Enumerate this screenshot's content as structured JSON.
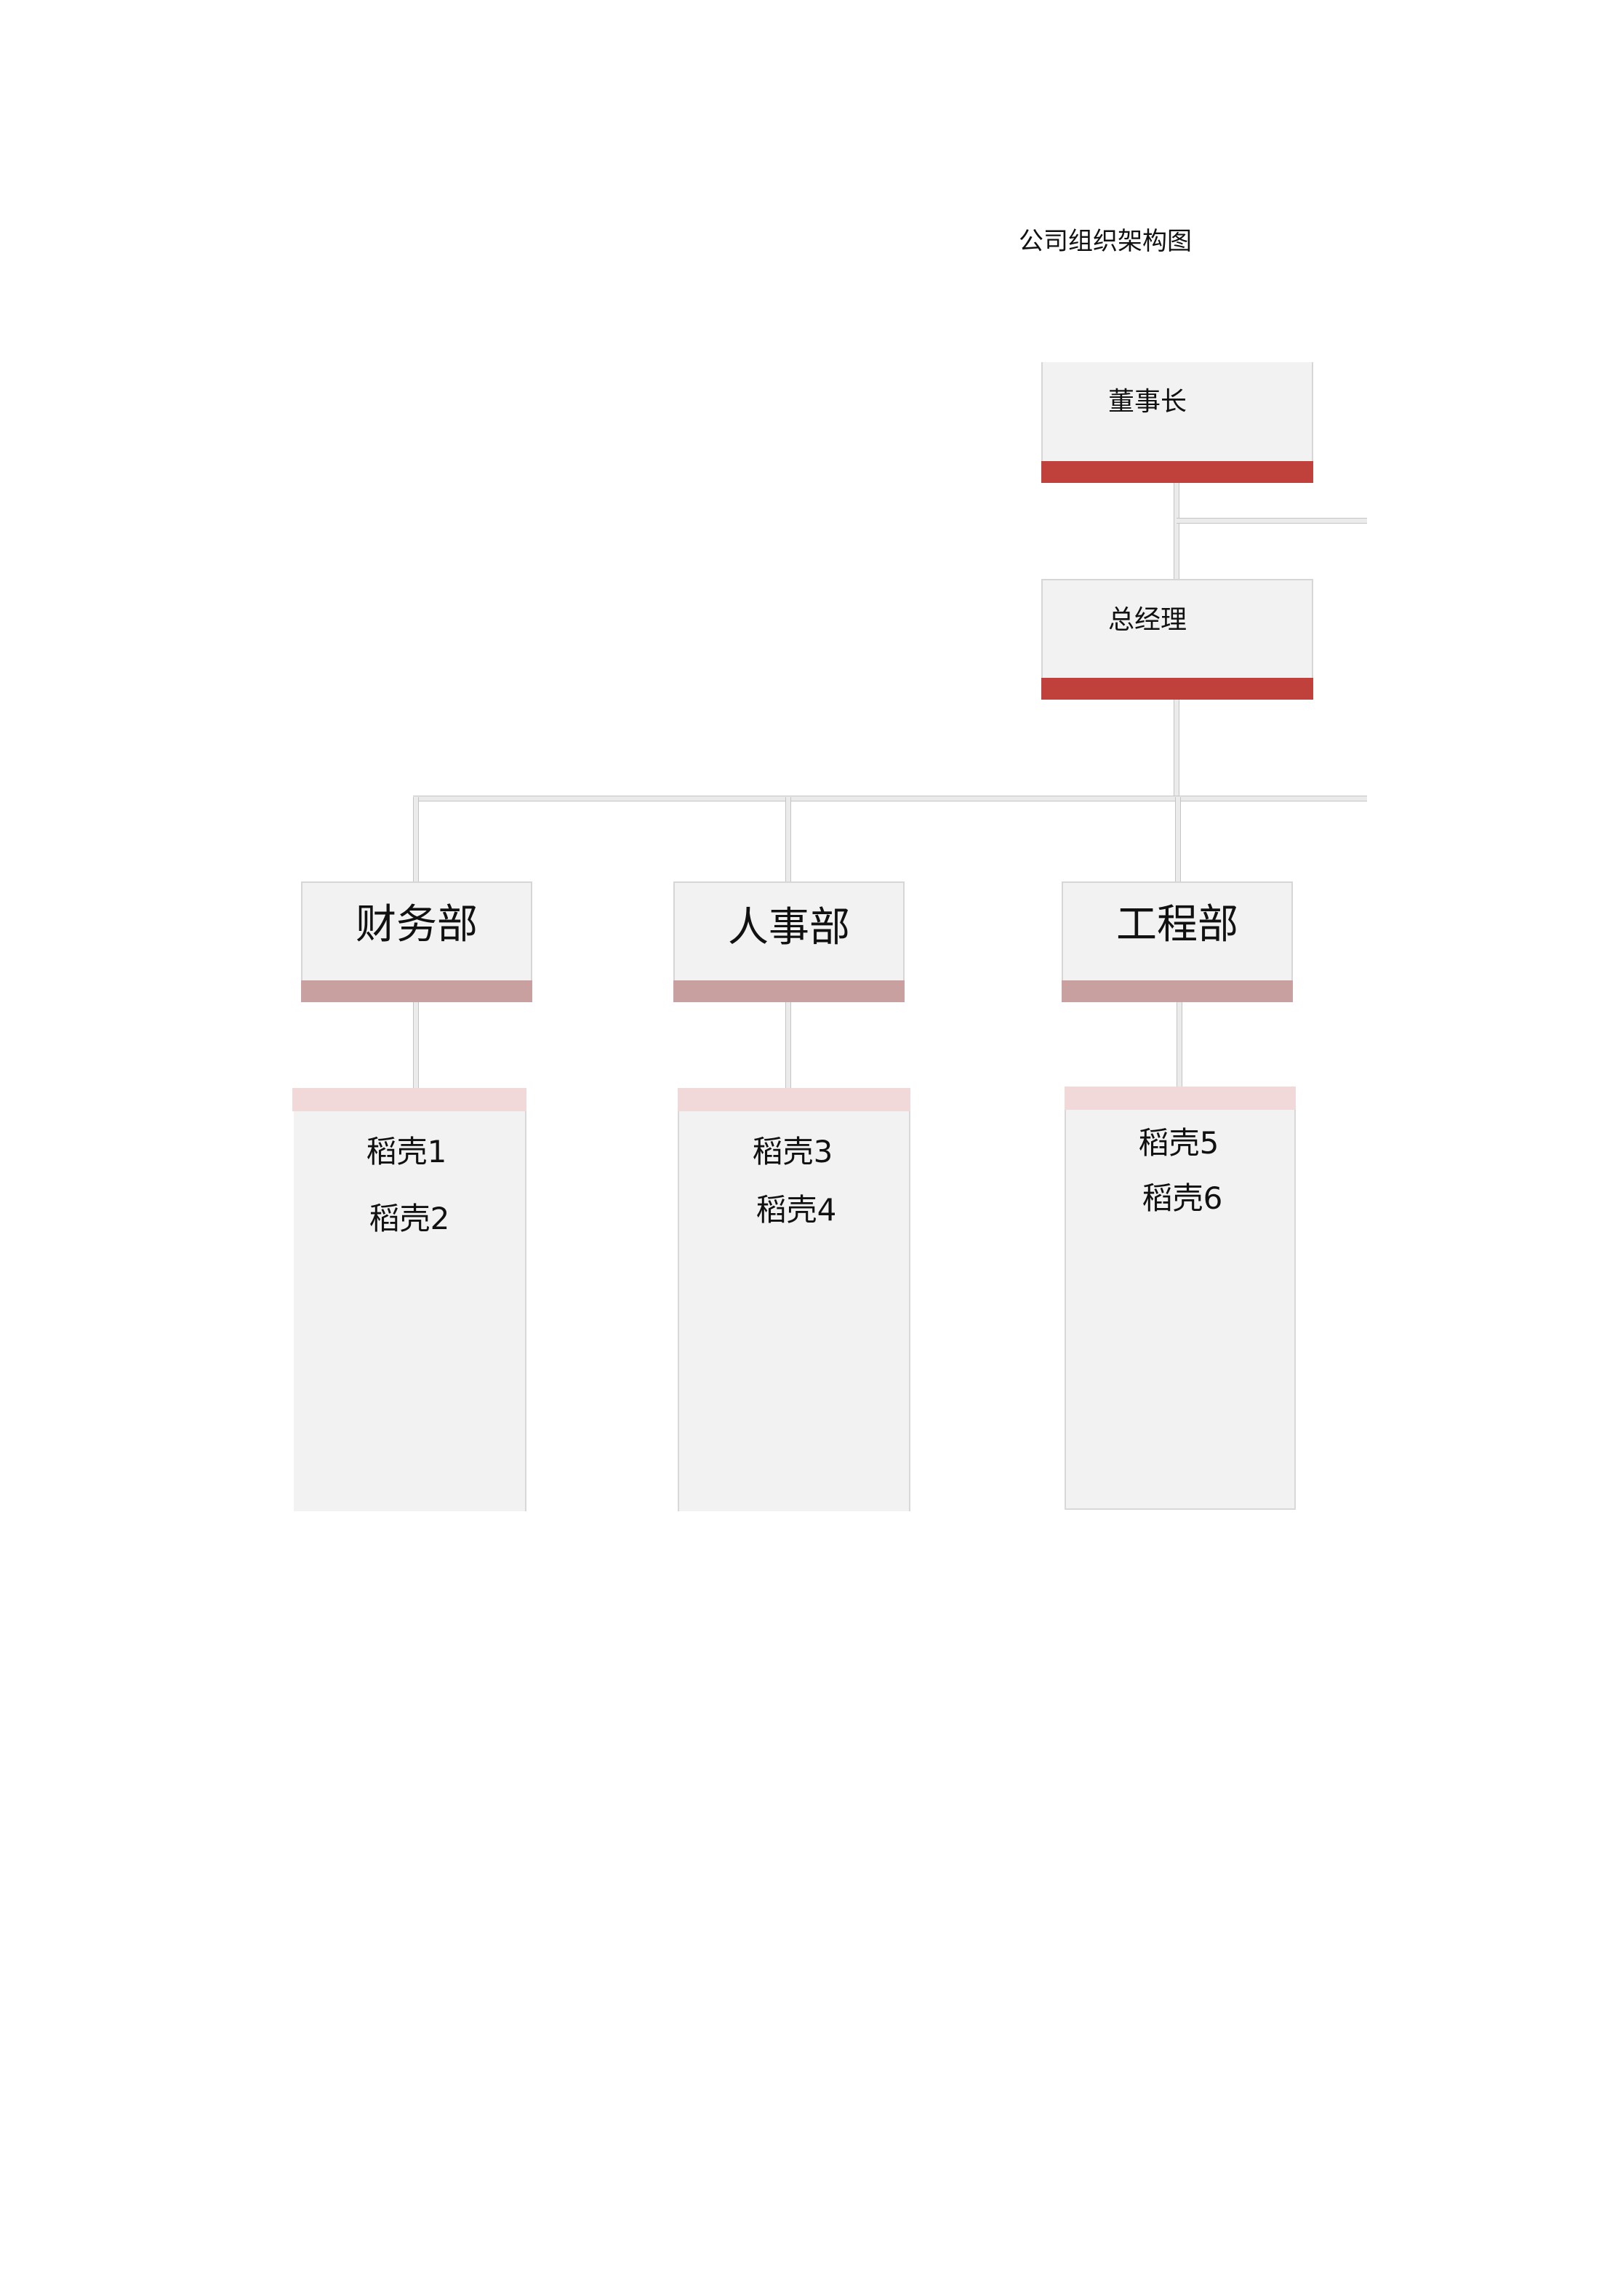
{
  "title": "公司组织架构图",
  "top": [
    {
      "id": "chairman",
      "label": "董事长"
    },
    {
      "id": "general-manager",
      "label": "总经理"
    }
  ],
  "departments": [
    {
      "label": "财务部",
      "members": [
        "稻壳1",
        "稻壳2"
      ]
    },
    {
      "label": "人事部",
      "members": [
        "稻壳3",
        "稻壳4"
      ]
    },
    {
      "label": "工程部",
      "members": [
        "稻壳5",
        "稻壳6"
      ]
    }
  ],
  "colors": {
    "executive_bar": "#c0403c",
    "department_bar": "#c9a0a0",
    "member_band": "#f2d9d9",
    "box_fill": "#f2f2f2",
    "connector": "#d2d2d2"
  }
}
